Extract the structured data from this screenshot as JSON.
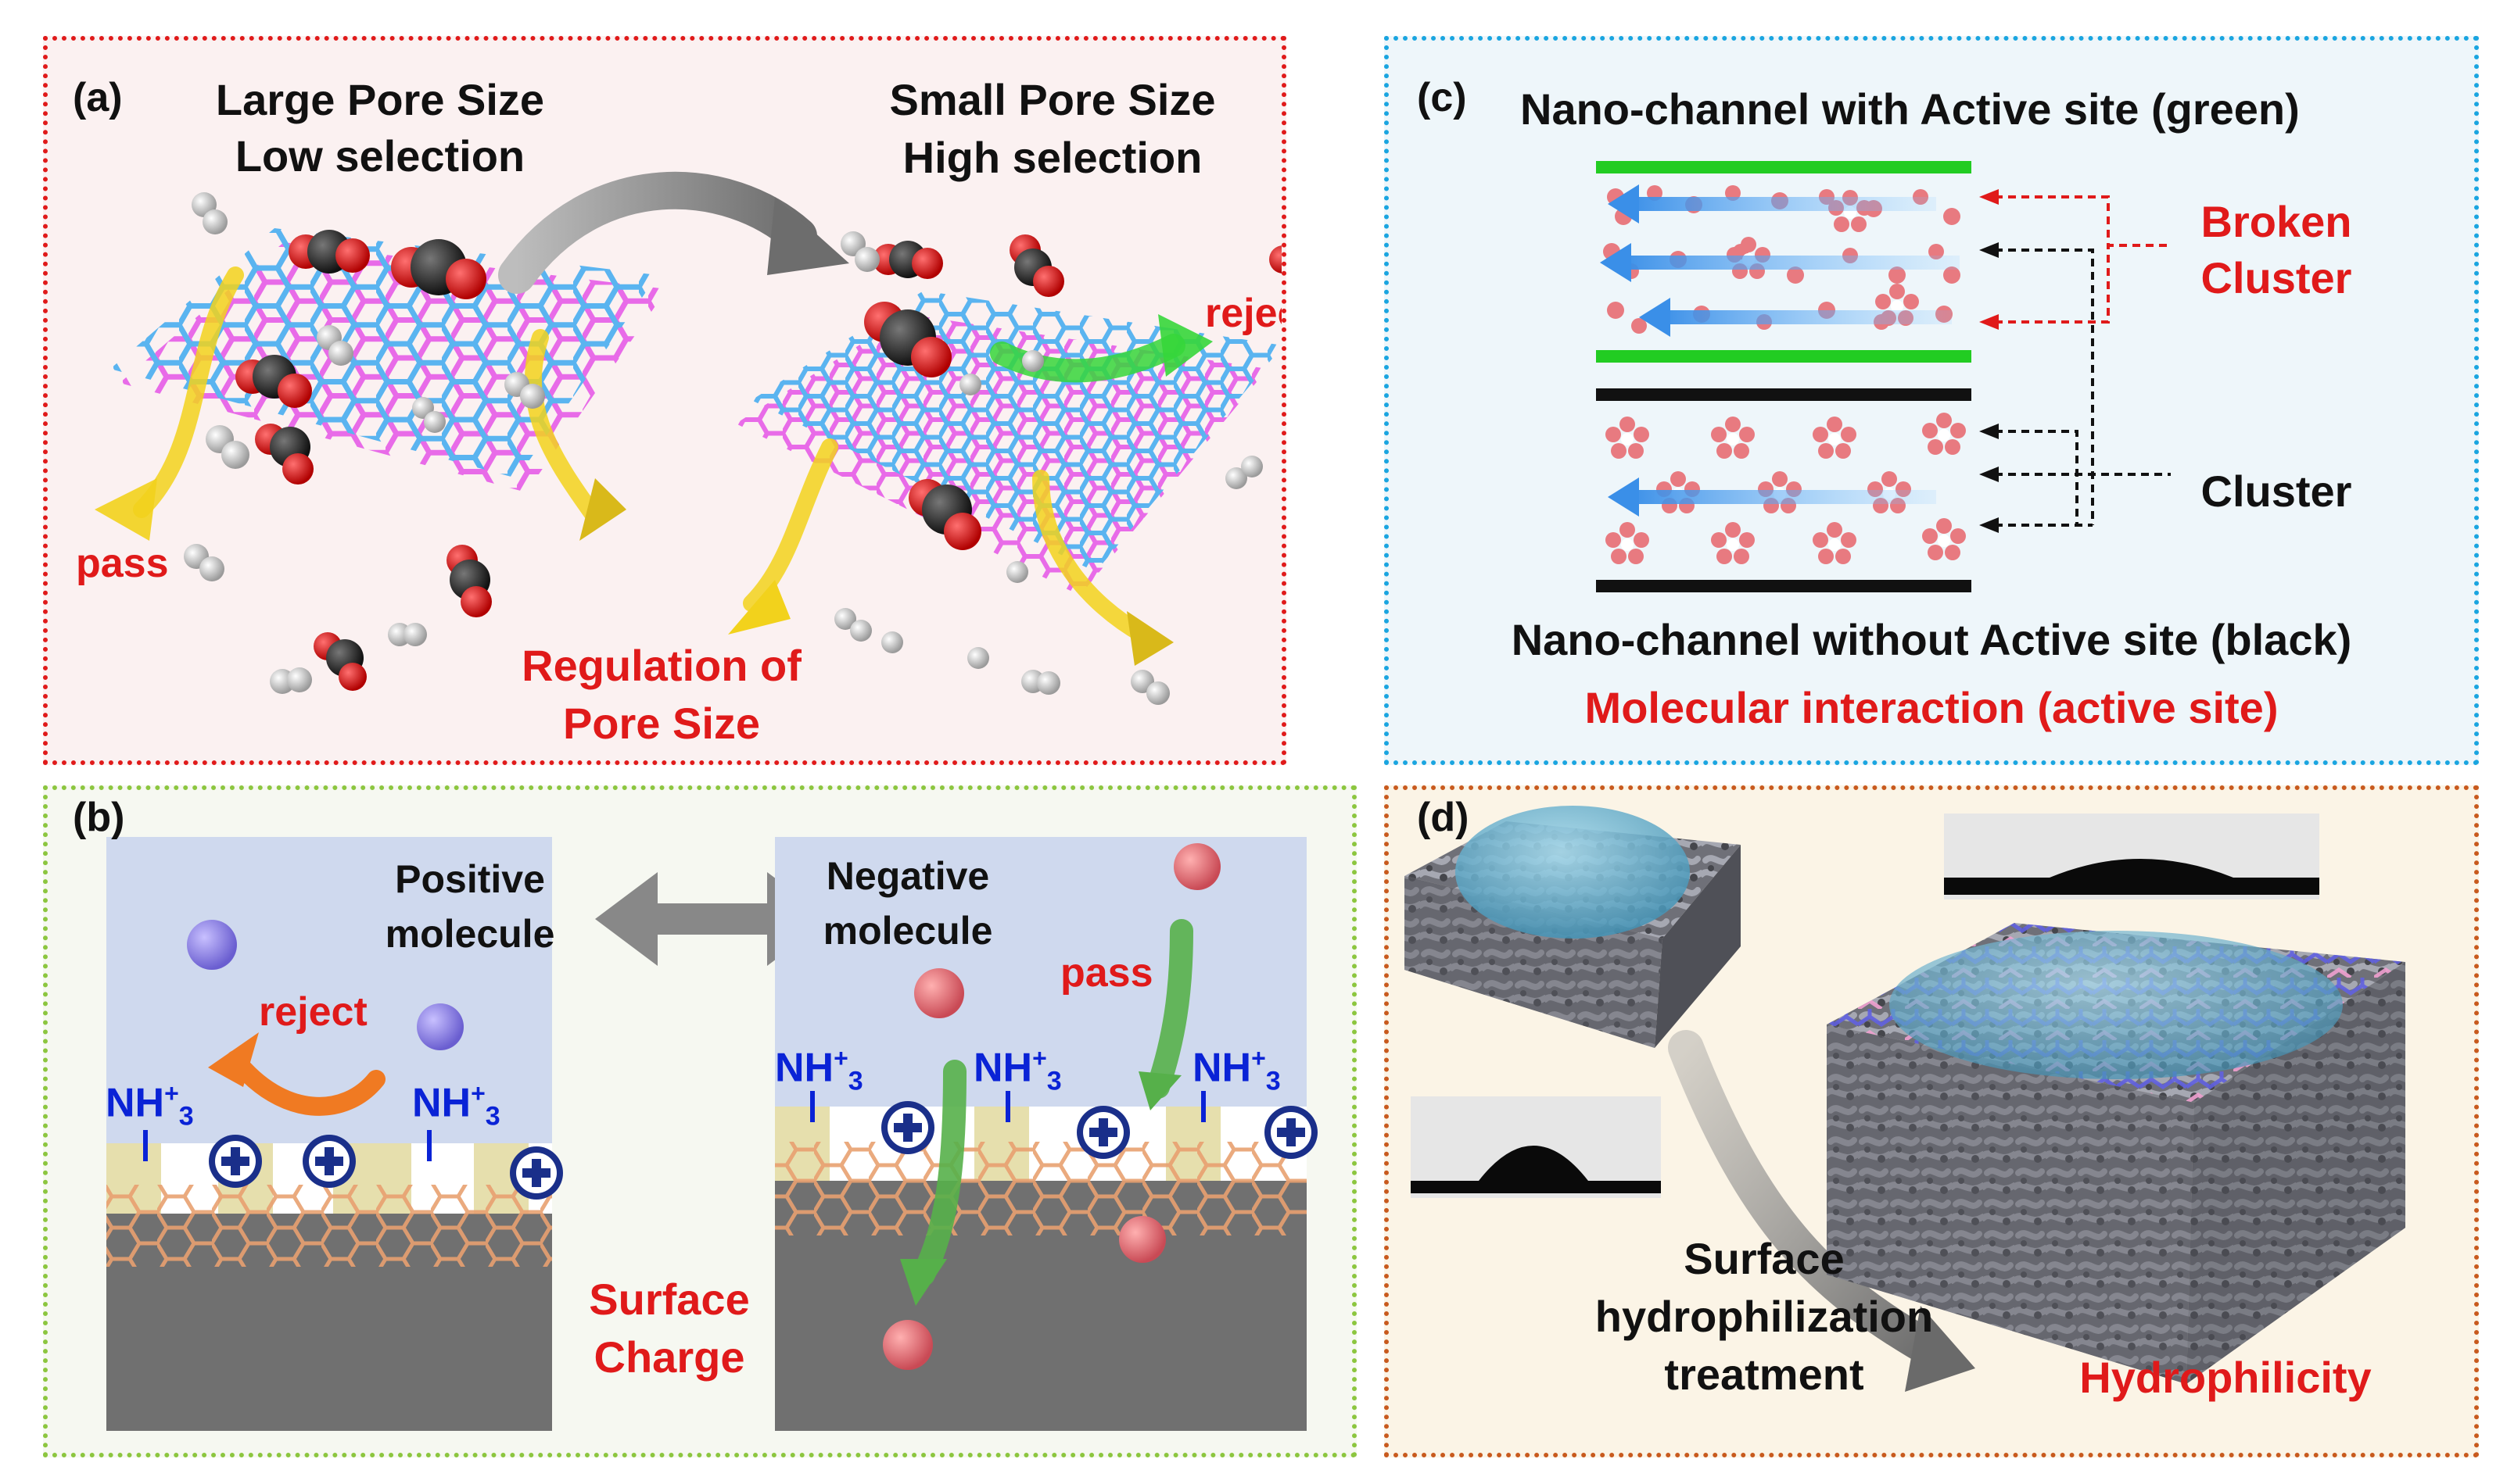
{
  "panel_a": {
    "label": "(a)",
    "left_title": "Large Pore Size",
    "left_subtitle": "Low selection",
    "right_title": "Small Pore Size",
    "right_subtitle": "High selection",
    "pass_label": "pass",
    "reject_label": "reject",
    "caption_line1": "Regulation of",
    "caption_line2": "Pore Size"
  },
  "panel_b": {
    "label": "(b)",
    "left_title_line1": "Positive",
    "left_title_line2": "molecule",
    "right_title_line1": "Negative",
    "right_title_line2": "molecule",
    "reject_label": "reject",
    "pass_label": "pass",
    "group_base": "NH",
    "group_sup": "+",
    "group_sub": "3",
    "caption_line1": "Surface",
    "caption_line2": "Charge"
  },
  "panel_c": {
    "label": "(c)",
    "top_title": "Nano-channel with Active site (green)",
    "broken_line1": "Broken",
    "broken_line2": "Cluster",
    "cluster_label": "Cluster",
    "bottom_title": "Nano-channel without Active site (black)",
    "caption": "Molecular interaction (active site)"
  },
  "panel_d": {
    "label": "(d)",
    "treatment_line1": "Surface",
    "treatment_line2": "hydrophilization",
    "treatment_line3": "treatment",
    "caption": "Hydrophilicity"
  },
  "colors": {
    "accent_red": "#e01a1a",
    "accent_blue": "#0a23d6",
    "green_wall": "#22cc22",
    "cluster_pink": "#e87a80"
  }
}
